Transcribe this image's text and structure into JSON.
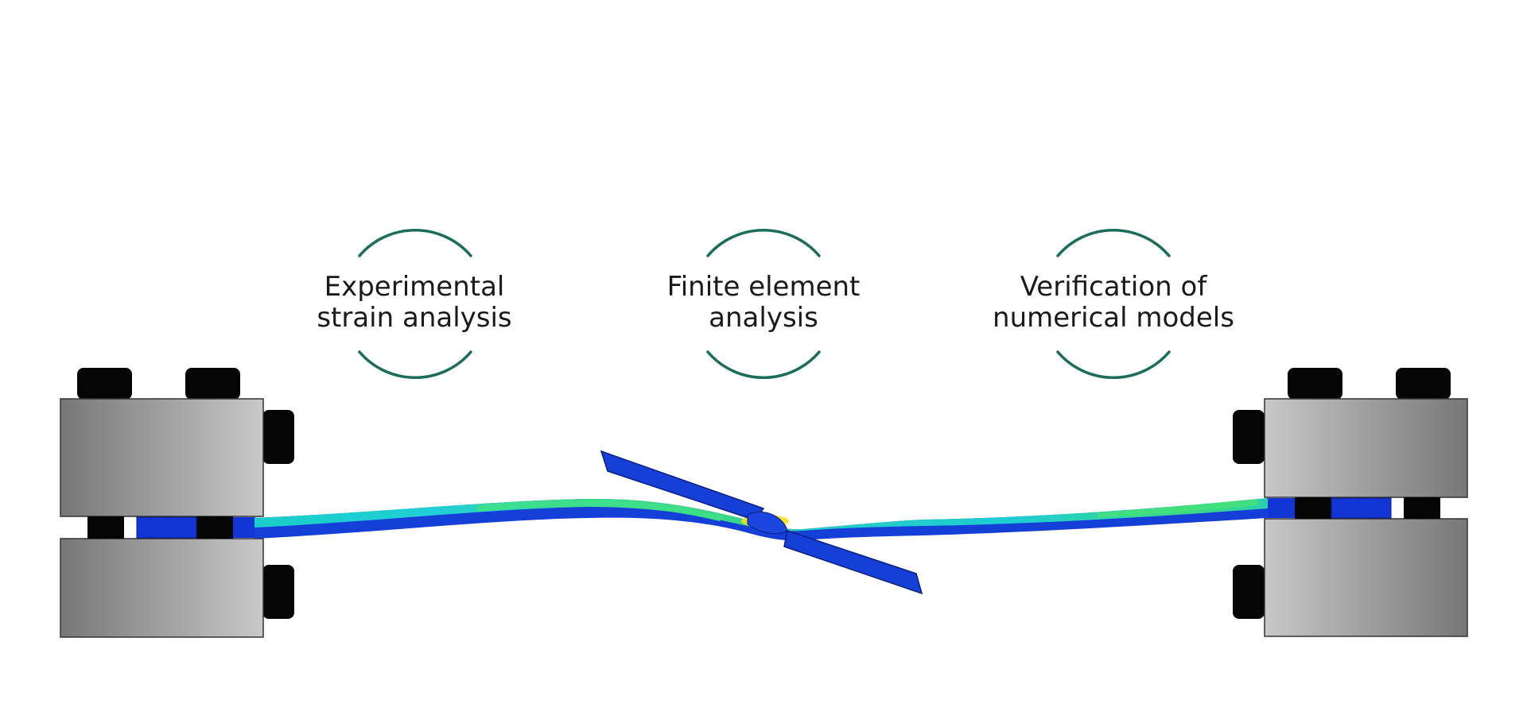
{
  "labels": [
    {
      "id": "experimental",
      "line1": "Experimental",
      "line2": "strain analysis"
    },
    {
      "id": "fea",
      "line1": "Finite element",
      "line2": "analysis"
    },
    {
      "id": "verification",
      "line1": "Verification of",
      "line2": "numerical models"
    }
  ],
  "colors": {
    "accent_arc": "#1b6e5c",
    "text": "#1a1a1a",
    "clamp_dark": "#777777",
    "clamp_light": "#c6c6c6",
    "bolt": "#050505",
    "beam_blue": "#1236d6",
    "strain_cyan": "#19d6c8",
    "strain_green": "#37e085",
    "strain_yellow": "#f2e21a",
    "strain_red": "#e8321e"
  }
}
